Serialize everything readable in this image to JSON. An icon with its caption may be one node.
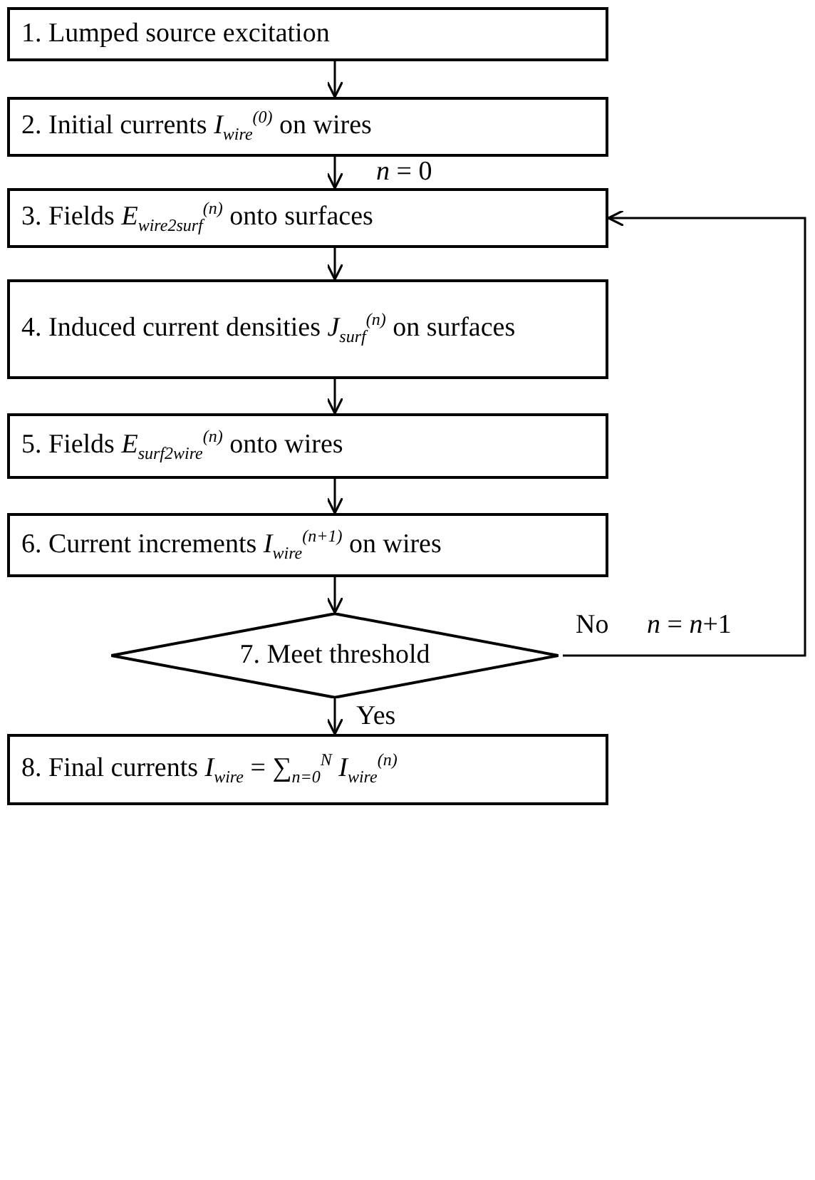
{
  "diagram": {
    "nodes": [
      {
        "text": [
          "1. Lumped source excitation"
        ]
      },
      {
        "text": [
          "2. Initial currents *I*$_{wire}$$^{(0)}$ on wires"
        ]
      },
      {
        "text": [
          "3. Fields *E*$_{wire2surf}$$^{(n)}$ onto surfaces"
        ]
      },
      {
        "text": [
          "4. Induced current densities *J*$_{surf}$$^{(n)}$ on surfaces"
        ]
      },
      {
        "text": [
          "5. Fields *E*$_{surf2wire}$$^{(n)}$ onto wires"
        ]
      },
      {
        "text": [
          "6. Current increments *I*$_{wire}$$^{(n+1)}$ on wires"
        ]
      },
      {
        "text": [
          "7. Meet threshold"
        ]
      },
      {
        "text": [
          "8. Final currents *I*$_{wire}$ = ∑$_{n=0}$$^{N}$ *I*$_{wire}$$^{(n)}$"
        ]
      }
    ],
    "edges": [
      {
        "from": 0,
        "to": 1,
        "arrow": "to"
      },
      {
        "from": 1,
        "to": 2,
        "arrow": "to",
        "label": "*n* = 0"
      },
      {
        "from": 2,
        "to": 3,
        "arrow": "to"
      },
      {
        "from": 3,
        "to": 4,
        "arrow": "to"
      },
      {
        "from": 4,
        "to": 5,
        "arrow": "to"
      },
      {
        "from": 5,
        "to": 6,
        "arrow": "to"
      },
      {
        "from": 6,
        "to": 2,
        "arrow": "to",
        "label": "No"
      },
      {
        "from": 6,
        "to": 7,
        "arrow": "to",
        "label": "Yes"
      }
    ],
    "labels": [
      "*n* = *n*+1"
    ]
  }
}
